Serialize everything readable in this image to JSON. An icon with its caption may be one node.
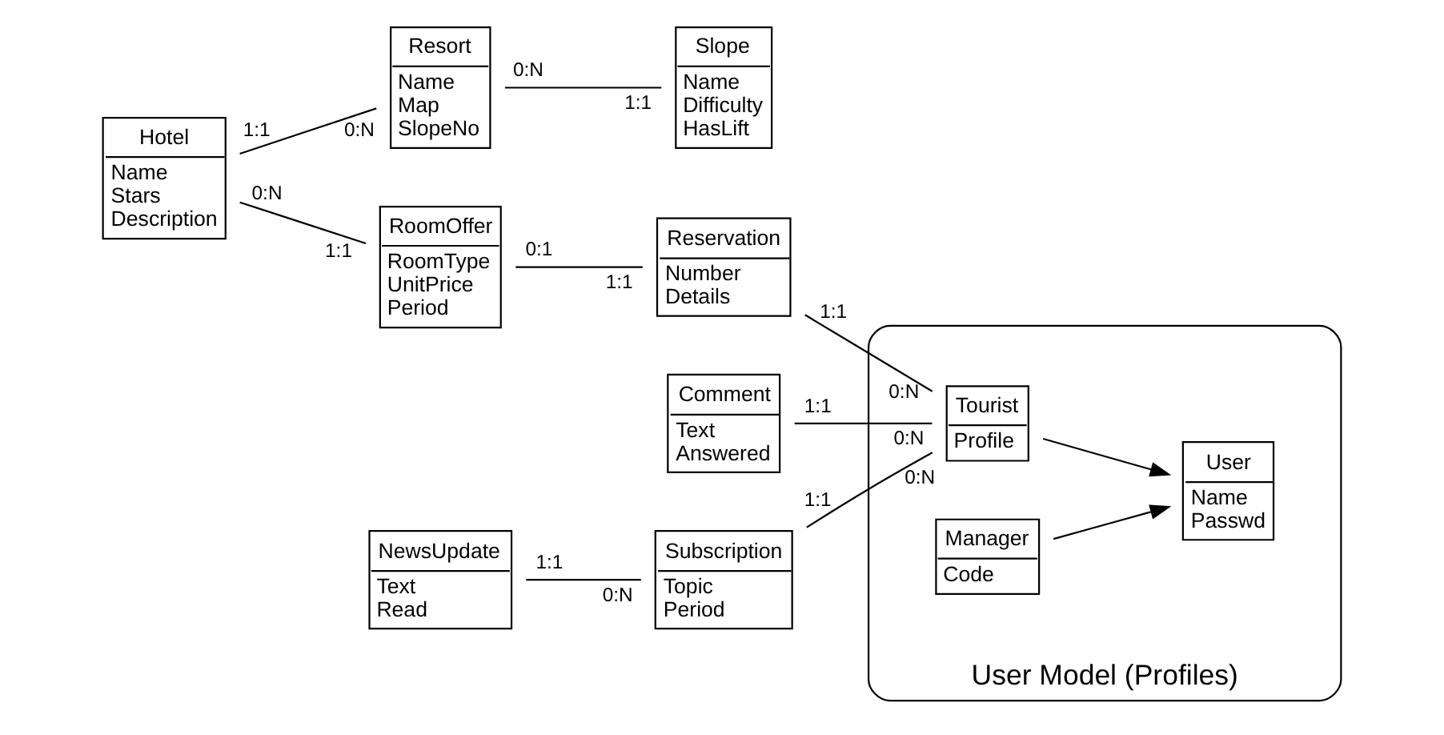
{
  "diagram": {
    "nodes": [
      {
        "text": [
          "Hotel",
          "Name",
          "Stars",
          "Description"
        ],
        "beside": [
          "1:1",
          "0:N"
        ]
      },
      {
        "text": [
          "Resort",
          "Name",
          "Map",
          "SlopeNo"
        ],
        "beside": [
          "0:N",
          "0:N"
        ]
      },
      {
        "text": [
          "Slope",
          "Name",
          "Difficulty",
          "HasLift"
        ],
        "beside": [
          "1:1"
        ]
      },
      {
        "text": [
          "User Model (Profiles)"
        ]
      },
      {
        "text": [
          "User",
          "Name",
          "Passwd"
        ],
        "in": 3
      },
      {
        "text": [
          "RoomOffer",
          "RoomType",
          "UnitPrice",
          "Period"
        ],
        "beside": [
          "1:1",
          "0:1"
        ]
      },
      {
        "text": [
          "Reservation",
          "Number",
          "Details"
        ],
        "beside": [
          "1:1",
          "1:1"
        ]
      },
      {
        "text": [
          "Tourist",
          "Profile"
        ],
        "in": 3,
        "beside": [
          "0:N",
          "0:N",
          "0:N"
        ]
      },
      {
        "text": [
          "Manager",
          "Code"
        ],
        "in": 3
      },
      {
        "text": [
          "Comment",
          "Text",
          "Answered"
        ],
        "beside": [
          "1:1"
        ]
      },
      {
        "text": [
          "NewsUpdate",
          "Text",
          "Read"
        ],
        "beside": [
          "1:1"
        ]
      },
      {
        "text": [
          "Subscription",
          "Topic",
          "Period"
        ],
        "beside": [
          "1:1",
          "0:N"
        ]
      }
    ],
    "edges": [
      {
        "from": 0,
        "to": 1,
        "arrow": "none"
      },
      {
        "from": 1,
        "to": 2,
        "arrow": "none"
      },
      {
        "from": 0,
        "to": 5,
        "arrow": "none"
      },
      {
        "from": 5,
        "to": 6,
        "arrow": "none"
      },
      {
        "from": 6,
        "to": 7,
        "arrow": "none"
      },
      {
        "from": 9,
        "to": 7,
        "arrow": "none"
      },
      {
        "from": 11,
        "to": 7,
        "arrow": "none"
      },
      {
        "from": 10,
        "to": 11,
        "arrow": "none"
      },
      {
        "from": 7,
        "to": 4,
        "arrow": "to"
      },
      {
        "from": 8,
        "to": 4,
        "arrow": "to"
      }
    ]
  }
}
